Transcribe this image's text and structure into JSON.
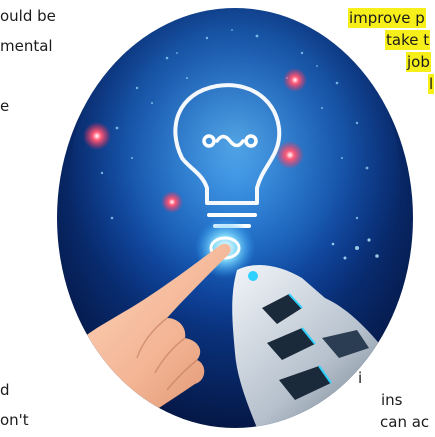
{
  "left_text": [
    "ould be",
    "mental",
    "e",
    "d",
    "on't"
  ],
  "right_text": {
    "highlighted": [
      "improve p",
      "take t",
      "job",
      "l"
    ],
    "plain": [
      "i",
      "ins",
      "can ac"
    ]
  },
  "colors": {
    "highlight": "#f7ef1a",
    "bg_deep": "#04123a",
    "glow": "#5fd3ff",
    "sparkle_red": "#ff2a4e"
  },
  "icons": [
    "lightbulb-icon",
    "robot-face-icon",
    "human-hand",
    "robot-hand"
  ]
}
